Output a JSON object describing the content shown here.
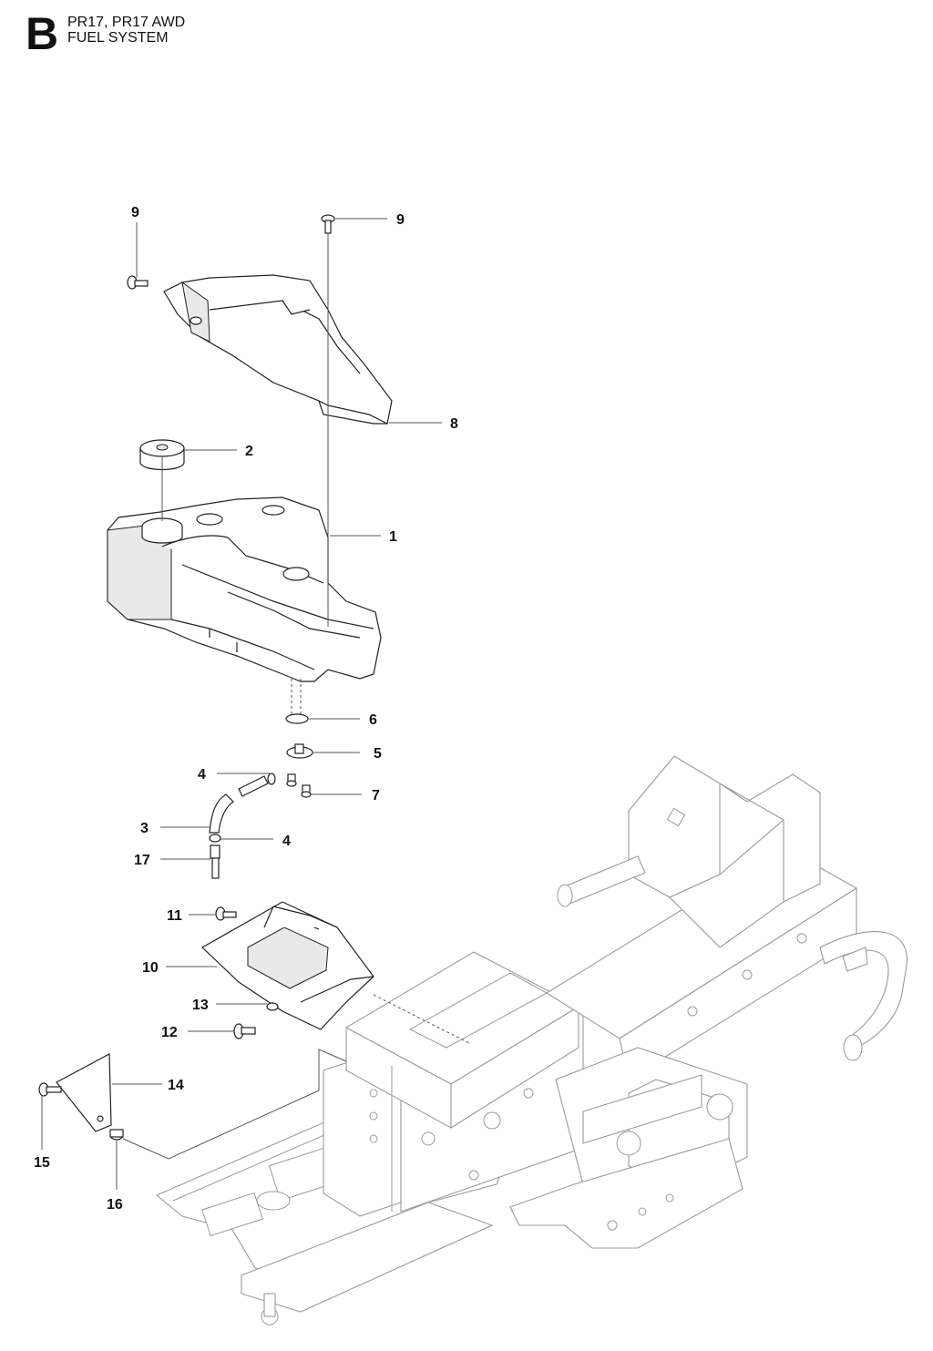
{
  "header": {
    "section_letter": "B",
    "model_line": "PR17, PR17 AWD",
    "section_title": "FUEL SYSTEM"
  },
  "callouts": [
    {
      "id": "c9a",
      "label": "9"
    },
    {
      "id": "c9b",
      "label": "9"
    },
    {
      "id": "c8",
      "label": "8"
    },
    {
      "id": "c2",
      "label": "2"
    },
    {
      "id": "c1",
      "label": "1"
    },
    {
      "id": "c6",
      "label": "6"
    },
    {
      "id": "c5",
      "label": "5"
    },
    {
      "id": "c4a",
      "label": "4"
    },
    {
      "id": "c7",
      "label": "7"
    },
    {
      "id": "c3",
      "label": "3"
    },
    {
      "id": "c4b",
      "label": "4"
    },
    {
      "id": "c17",
      "label": "17"
    },
    {
      "id": "c11",
      "label": "11"
    },
    {
      "id": "c10",
      "label": "10"
    },
    {
      "id": "c13",
      "label": "13"
    },
    {
      "id": "c12",
      "label": "12"
    },
    {
      "id": "c14",
      "label": "14"
    },
    {
      "id": "c15",
      "label": "15"
    },
    {
      "id": "c16",
      "label": "16"
    }
  ]
}
